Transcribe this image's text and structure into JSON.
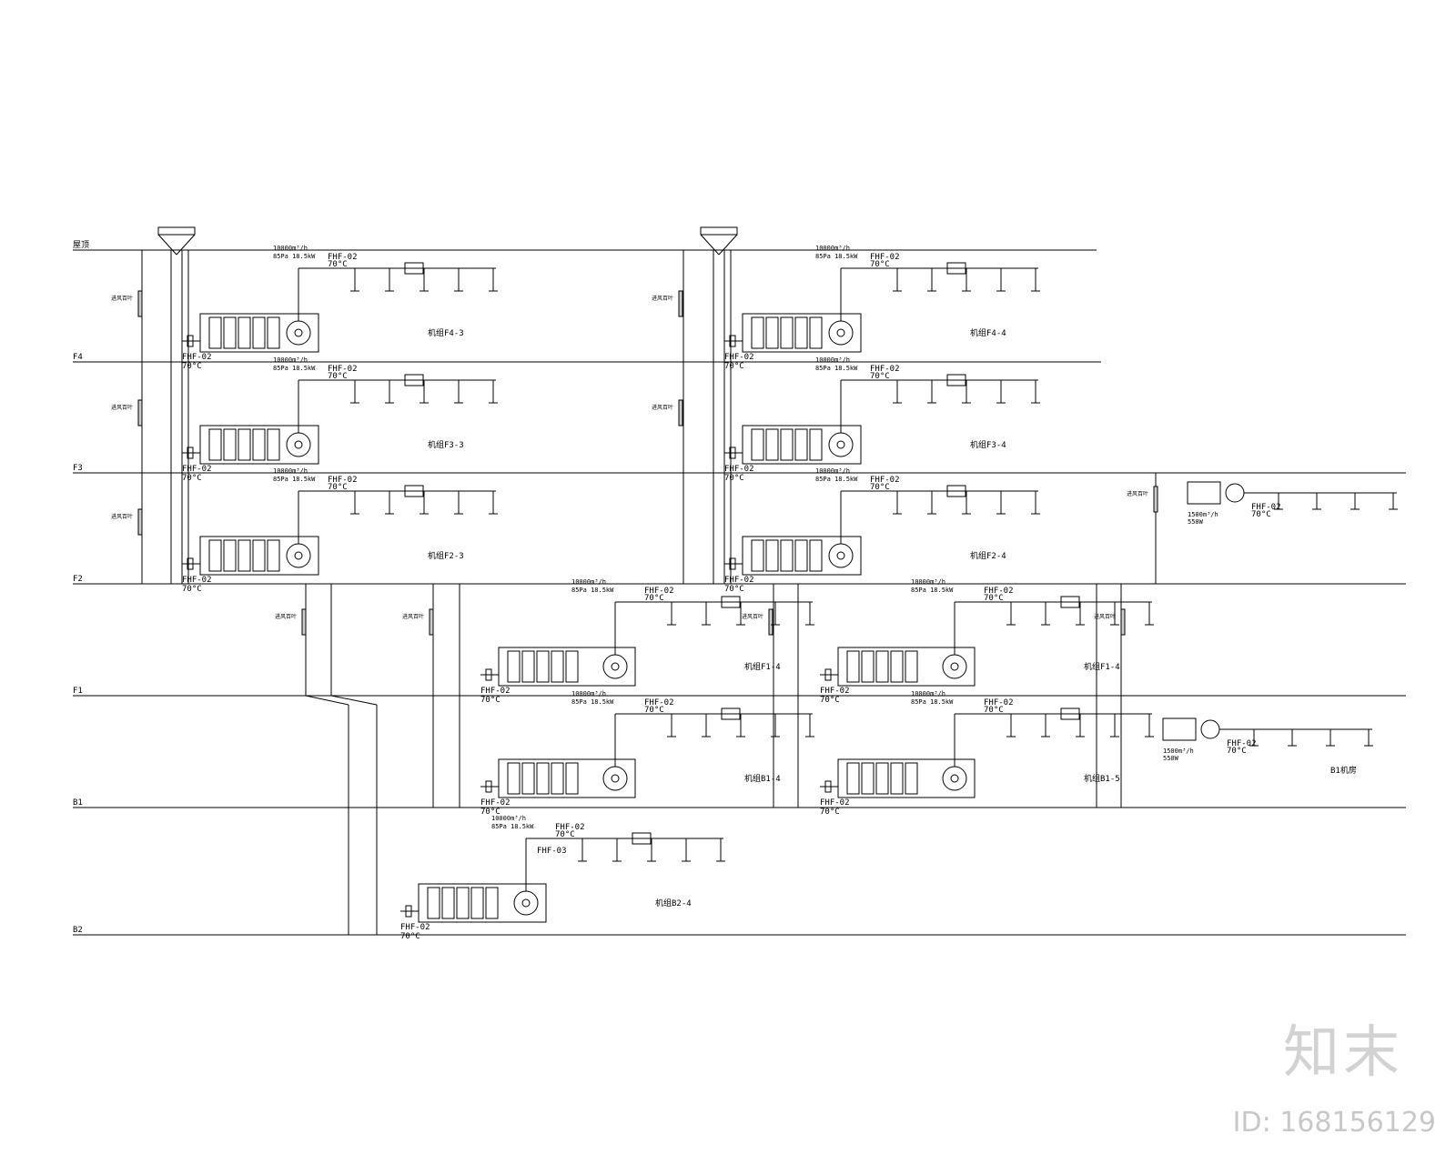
{
  "floors": [
    {
      "key": "RF",
      "label": "屋顶"
    },
    {
      "key": "F4",
      "label": "F4"
    },
    {
      "key": "F3",
      "label": "F3"
    },
    {
      "key": "F2",
      "label": "F2"
    },
    {
      "key": "F1",
      "label": "F1"
    },
    {
      "key": "B1",
      "label": "B1"
    },
    {
      "key": "B2",
      "label": "B2"
    }
  ],
  "units": [
    {
      "tag": "机组F4-3",
      "spec1": "10000m³/h",
      "spec2": "85Pa 18.5kW"
    },
    {
      "tag": "机组F3-3",
      "spec1": "10000m³/h",
      "spec2": "85Pa 18.5kW"
    },
    {
      "tag": "机组F2-3",
      "spec1": "10000m³/h",
      "spec2": "85Pa 18.5kW"
    },
    {
      "tag": "机组F4-4",
      "spec1": "10000m³/h",
      "spec2": "85Pa 18.5kW"
    },
    {
      "tag": "机组F3-4",
      "spec1": "10000m³/h",
      "spec2": "85Pa 18.5kW"
    },
    {
      "tag": "机组F2-4",
      "spec1": "10000m³/h",
      "spec2": "85Pa 18.5kW"
    },
    {
      "tag": "机组F1-4",
      "spec1": "10000m³/h",
      "spec2": "85Pa 18.5kW"
    },
    {
      "tag": "机组B1-4",
      "spec1": "10000m³/h",
      "spec2": "85Pa 18.5kW"
    },
    {
      "tag": "机组F1-4",
      "spec1": "10000m³/h",
      "spec2": "85Pa 18.5kW"
    },
    {
      "tag": "机组B1-5",
      "spec1": "10000m³/h",
      "spec2": "85Pa 18.5kW"
    },
    {
      "tag": "机组B2-4",
      "spec1": "10000m³/h",
      "spec2": "85Pa 18.5kW"
    }
  ],
  "damper": {
    "code": "FHF-02",
    "temp": "70°C",
    "code2": "FHF-03"
  },
  "room_b1": "B1机房",
  "fan_small": {
    "spec1": "1500m³/h",
    "spec2": "550W"
  },
  "louver_label": "进风百叶",
  "watermark": {
    "logo": "知末",
    "id": "ID: 168156129"
  }
}
